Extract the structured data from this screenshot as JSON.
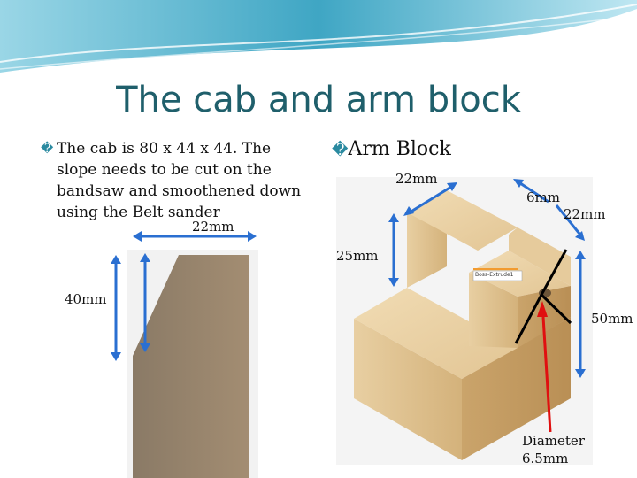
{
  "slide": {
    "title": "The cab and arm block",
    "bullet_mark": "�",
    "bullet_text": "The cab is 80 x 44 x 44. The slope needs to be cut on the bandsaw and smoothened down using the Belt sander",
    "arm_mark": "�",
    "arm_title": "Arm Block"
  },
  "cab_dimensions": {
    "width_label": "22mm",
    "height_label": "40mm"
  },
  "arm_dimensions": {
    "top_width_label": "22mm",
    "step_label": "6mm",
    "right_width_label": "22mm",
    "left_height_label": "25mm",
    "right_height_label": "50mm",
    "feature_label": "Boss-Extrude1",
    "hole_label_line1": "Diameter",
    "hole_label_line2": "6.5mm"
  },
  "colors": {
    "title": "#1f5f6b",
    "wave": "#5fb8cf",
    "arrow": "#2a6fd1",
    "hole_line": "#e01010"
  }
}
